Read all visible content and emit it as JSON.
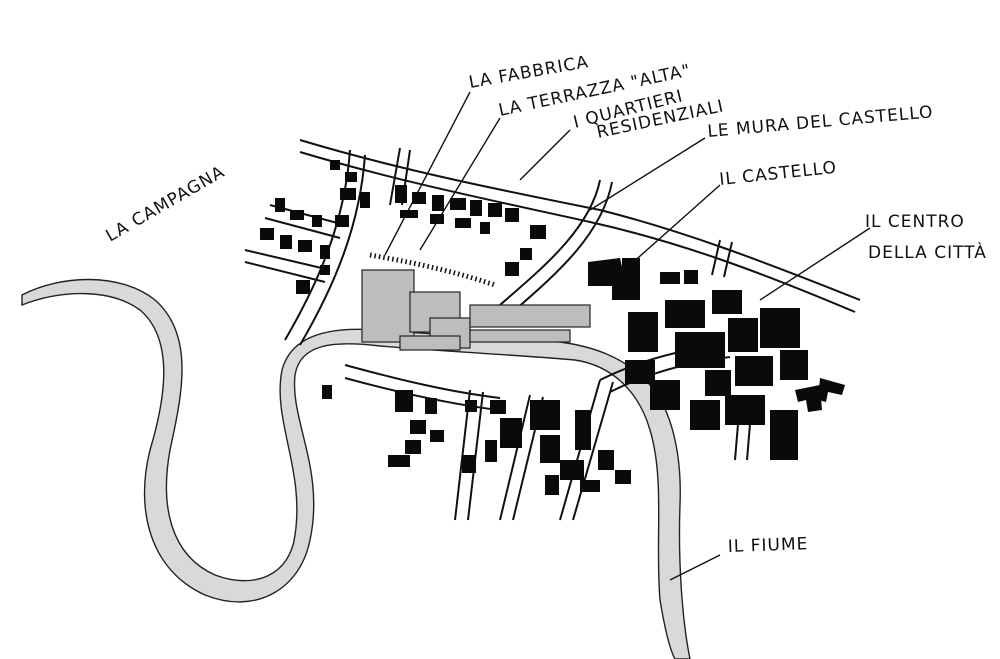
{
  "labels": {
    "fabbrica": "LA FABBRICA",
    "terrazza": "LA TERRAZZA \"ALTA\"",
    "quartieri_1": "I QUARTIERI",
    "quartieri_2": "RESIDENZIALI",
    "mura": "LE MURA DEL CASTELLO",
    "castello": "IL CASTELLO",
    "centro_1": "IL CENTRO",
    "centro_2": "DELLA CITTÀ",
    "campagna": "LA CAMPAGNA",
    "fiume": "IL FIUME"
  },
  "colors": {
    "ink": "#0a0a0a",
    "river_fill": "#d9d9d9",
    "factory_fill": "#bdbdbd",
    "paper": "#ffffff"
  }
}
